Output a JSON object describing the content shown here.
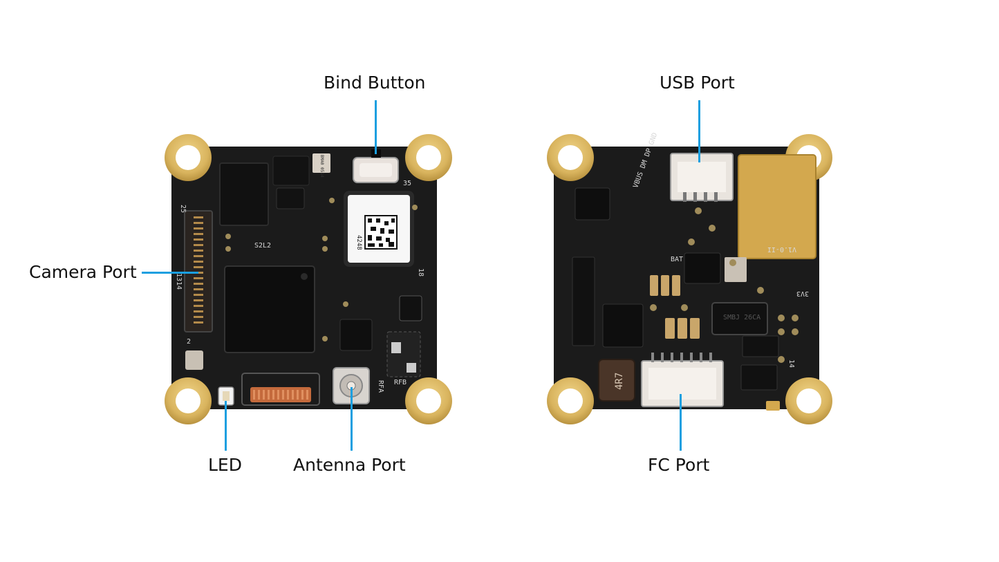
{
  "labels": {
    "bind_button": "Bind Button",
    "usb_port": "USB Port",
    "camera_port": "Camera Port",
    "led": "LED",
    "antenna_port": "Antenna Port",
    "fc_port": "FC Port"
  },
  "silkscreen": {
    "front_label_code": "4248",
    "front_chip_a": "BMA0 0514",
    "front_pin_num_a": "35",
    "front_pin_num_b": "18",
    "front_pin_num_c": "25",
    "front_pin_num_d": "1314",
    "front_pin_num_e": "2",
    "front_rfa": "RFA",
    "front_rfb": "RFB",
    "front_ic_code": "S2L2",
    "back_version": "V1.0-II",
    "back_usb_pins": "VBUS DM DP GND",
    "back_inductor": "4R7",
    "back_chip": "SMBJ 26CA",
    "back_rail": "3V3",
    "back_bat": "BAT",
    "back_pin_num": "14"
  },
  "colors": {
    "leader_line": "#1a9fe0",
    "pcb": "#1b1b1b",
    "gold_pad": "#d9b45e",
    "label_text": "#111111"
  }
}
